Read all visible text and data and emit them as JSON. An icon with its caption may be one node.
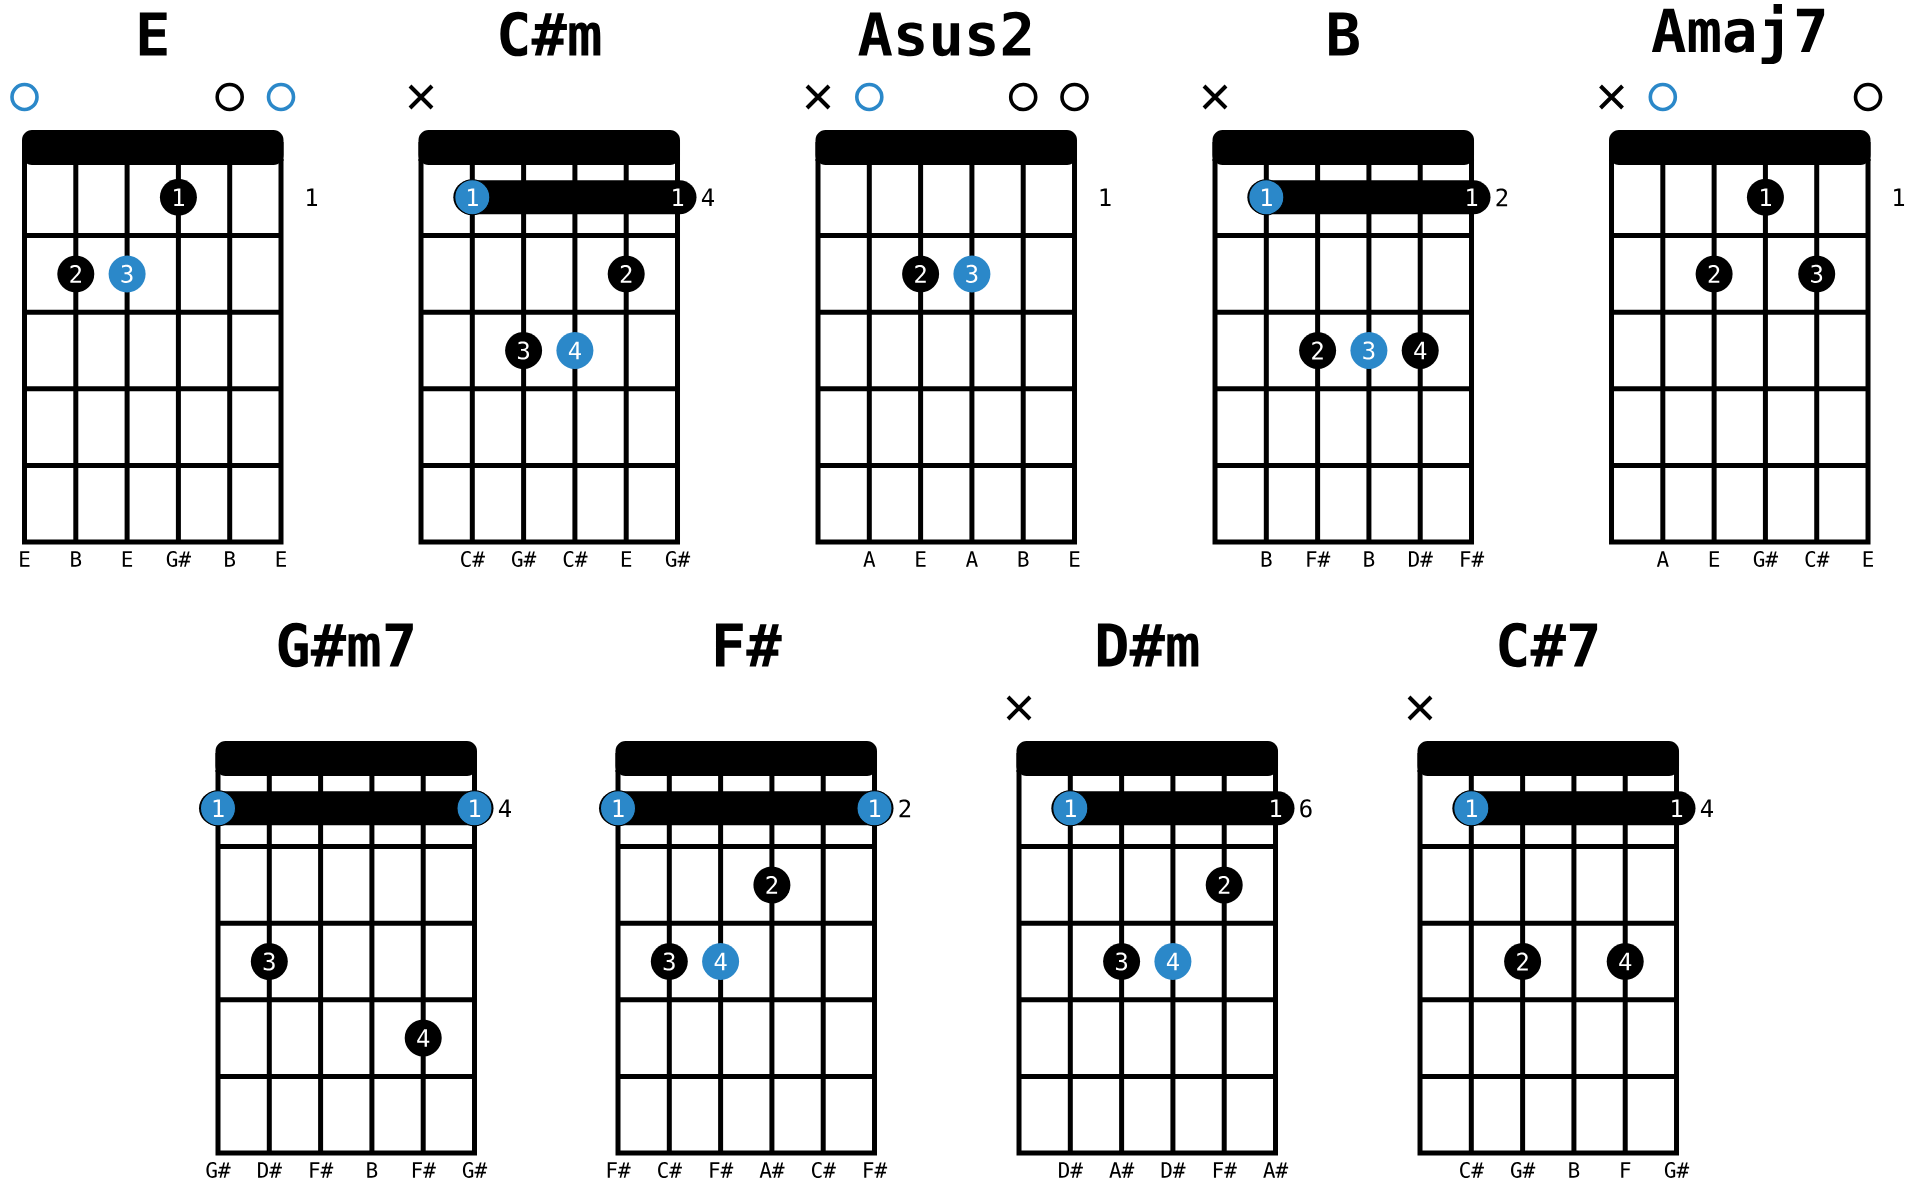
{
  "diagram": {
    "nodes": [
      {
        "text": [
          "E"
        ],
        "beside": [
          "1"
        ]
      },
      {
        "text": [
          "1"
        ],
        "in": 0
      },
      {
        "text": [
          "2"
        ],
        "in": 0
      },
      {
        "text": [
          "3"
        ],
        "in": 0
      },
      {
        "text": [
          "C#m"
        ]
      },
      {
        "text": [
          "1",
          "1"
        ],
        "beside": [
          "4"
        ],
        "in": 4
      },
      {
        "text": [
          "2"
        ],
        "in": 4
      },
      {
        "text": [
          "3"
        ],
        "in": 4
      },
      {
        "text": [
          "4"
        ],
        "in": 4
      },
      {
        "text": [
          "Asus2"
        ],
        "beside": [
          "1"
        ]
      },
      {
        "text": [
          "2"
        ],
        "in": 9
      },
      {
        "text": [
          "3"
        ],
        "in": 9
      },
      {
        "text": [
          "B"
        ]
      },
      {
        "text": [
          "1",
          "1"
        ],
        "beside": [
          "2"
        ],
        "in": 12
      },
      {
        "text": [
          "2"
        ],
        "in": 12
      },
      {
        "text": [
          "3"
        ],
        "in": 12
      },
      {
        "text": [
          "4"
        ],
        "in": 12
      },
      {
        "text": [
          "Amaj7"
        ],
        "beside": [
          "1"
        ]
      },
      {
        "text": [
          "1"
        ],
        "in": 17
      },
      {
        "text": [
          "2"
        ],
        "in": 17
      },
      {
        "text": [
          "3"
        ],
        "in": 17
      },
      {
        "text": [
          "G#m7"
        ]
      },
      {
        "text": [
          "1",
          "1"
        ],
        "beside": [
          "4"
        ],
        "in": 21
      },
      {
        "text": [
          "3"
        ],
        "in": 21
      },
      {
        "text": [
          "4"
        ],
        "in": 21
      },
      {
        "text": [
          "F#"
        ]
      },
      {
        "text": [
          "1",
          "1"
        ],
        "beside": [
          "2"
        ],
        "in": 25
      },
      {
        "text": [
          "2"
        ],
        "in": 25
      },
      {
        "text": [
          "3"
        ],
        "in": 25
      },
      {
        "text": [
          "4"
        ],
        "in": 25
      },
      {
        "text": [
          "D#m"
        ]
      },
      {
        "text": [
          "1",
          "1"
        ],
        "beside": [
          "6"
        ],
        "in": 30
      },
      {
        "text": [
          "2"
        ],
        "in": 30
      },
      {
        "text": [
          "3"
        ],
        "in": 30
      },
      {
        "text": [
          "4"
        ],
        "in": 30
      },
      {
        "text": [
          "C#7"
        ]
      },
      {
        "text": [
          "1",
          "1"
        ],
        "beside": [
          "4"
        ],
        "in": 35
      },
      {
        "text": [
          "2"
        ],
        "in": 35
      },
      {
        "text": [
          "4"
        ],
        "in": 35
      }
    ],
    "labels": [
      "E",
      "B",
      "E",
      "G#",
      "B",
      "E",
      "C#",
      "G#",
      "C#",
      "E",
      "G#",
      "A",
      "E",
      "A",
      "B",
      "E",
      "B",
      "F#",
      "B",
      "D#",
      "F#",
      "A",
      "E",
      "G#",
      "C#",
      "E",
      "G#",
      "D#",
      "F#",
      "B",
      "F#",
      "G#",
      "F#",
      "C#",
      "F#",
      "A#",
      "C#",
      "F#",
      "D#",
      "A#",
      "D#",
      "F#",
      "A#",
      "C#",
      "G#",
      "B",
      "F",
      "G#"
    ]
  }
}
